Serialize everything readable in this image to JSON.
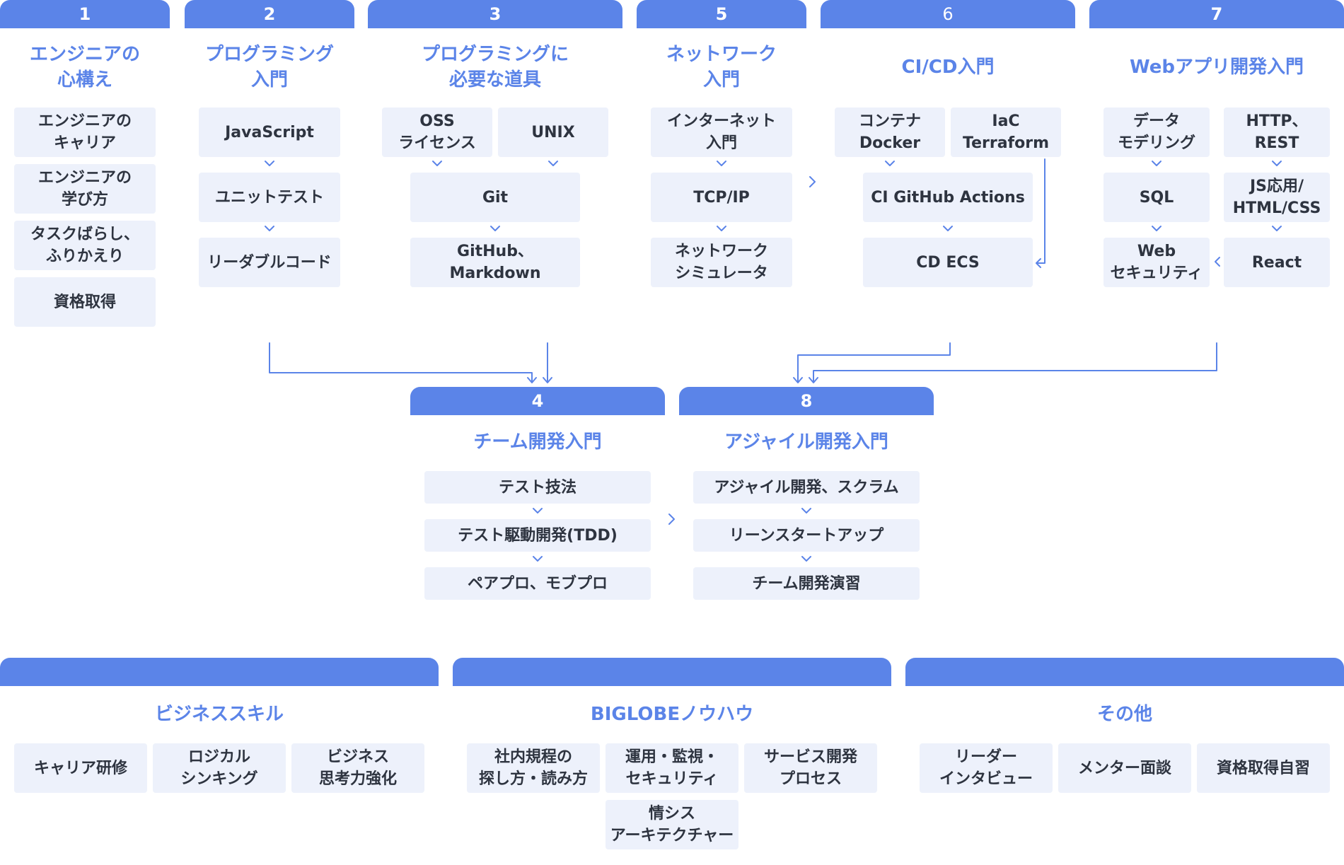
{
  "columns": [
    {
      "id": "c1",
      "number": "1",
      "title": "エンジニアの\n心構え",
      "items": [
        "エンジニアの\nキャリア",
        "エンジニアの\n学び方",
        "タスクばらし、\nふりかえり",
        "資格取得"
      ]
    },
    {
      "id": "c2",
      "number": "2",
      "title": "プログラミング\n入門",
      "items": [
        "JavaScript",
        "ユニットテスト",
        "リーダブルコード"
      ]
    },
    {
      "id": "c3",
      "number": "3",
      "title": "プログラミングに\n必要な道具",
      "items": [
        "OSS\nライセンス",
        "UNIX",
        "Git",
        "GitHub、\nMarkdown"
      ]
    },
    {
      "id": "c5",
      "number": "5",
      "title": "ネットワーク\n入門",
      "items": [
        "インターネット\n入門",
        "TCP/IP",
        "ネットワーク\nシミュレータ"
      ]
    },
    {
      "id": "c6",
      "number": "6",
      "title": "CI/CD入門",
      "items": [
        "コンテナ\nDocker",
        "IaC\nTerraform",
        "CI GitHub Actions",
        "CD ECS"
      ]
    },
    {
      "id": "c7",
      "number": "7",
      "title": "Webアプリ開発入門",
      "items": [
        "データ\nモデリング",
        "HTTP、\nREST",
        "SQL",
        "JS応用/\nHTML/CSS",
        "Web\nセキュリティ",
        "React"
      ]
    },
    {
      "id": "c4",
      "number": "4",
      "title": "チーム開発入門",
      "items": [
        "テスト技法",
        "テスト駆動開発(TDD)",
        "ペアプロ、モブプロ"
      ]
    },
    {
      "id": "c8",
      "number": "8",
      "title": "アジャイル開発入門",
      "items": [
        "アジャイル開発、スクラム",
        "リーンスタートアップ",
        "チーム開発演習"
      ]
    }
  ],
  "groups": [
    {
      "id": "g1",
      "title": "ビジネススキル",
      "items": [
        "キャリア研修",
        "ロジカル\nシンキング",
        "ビジネス\n思考力強化"
      ]
    },
    {
      "id": "g2",
      "title": "BIGLOBEノウハウ",
      "items": [
        "社内規程の\n探し方・読み方",
        "運用・監視・\nセキュリティ",
        "サービス開発\nプロセス",
        "情シス\nアーキテクチャー"
      ]
    },
    {
      "id": "g3",
      "title": "その他",
      "items": [
        "リーダー\nインタビュー",
        "メンター面談",
        "資格取得自習"
      ]
    }
  ],
  "colors": {
    "accent": "#5b84e8",
    "box": "#edf1fb",
    "text": "#2e3440",
    "background": "#ffffff"
  }
}
